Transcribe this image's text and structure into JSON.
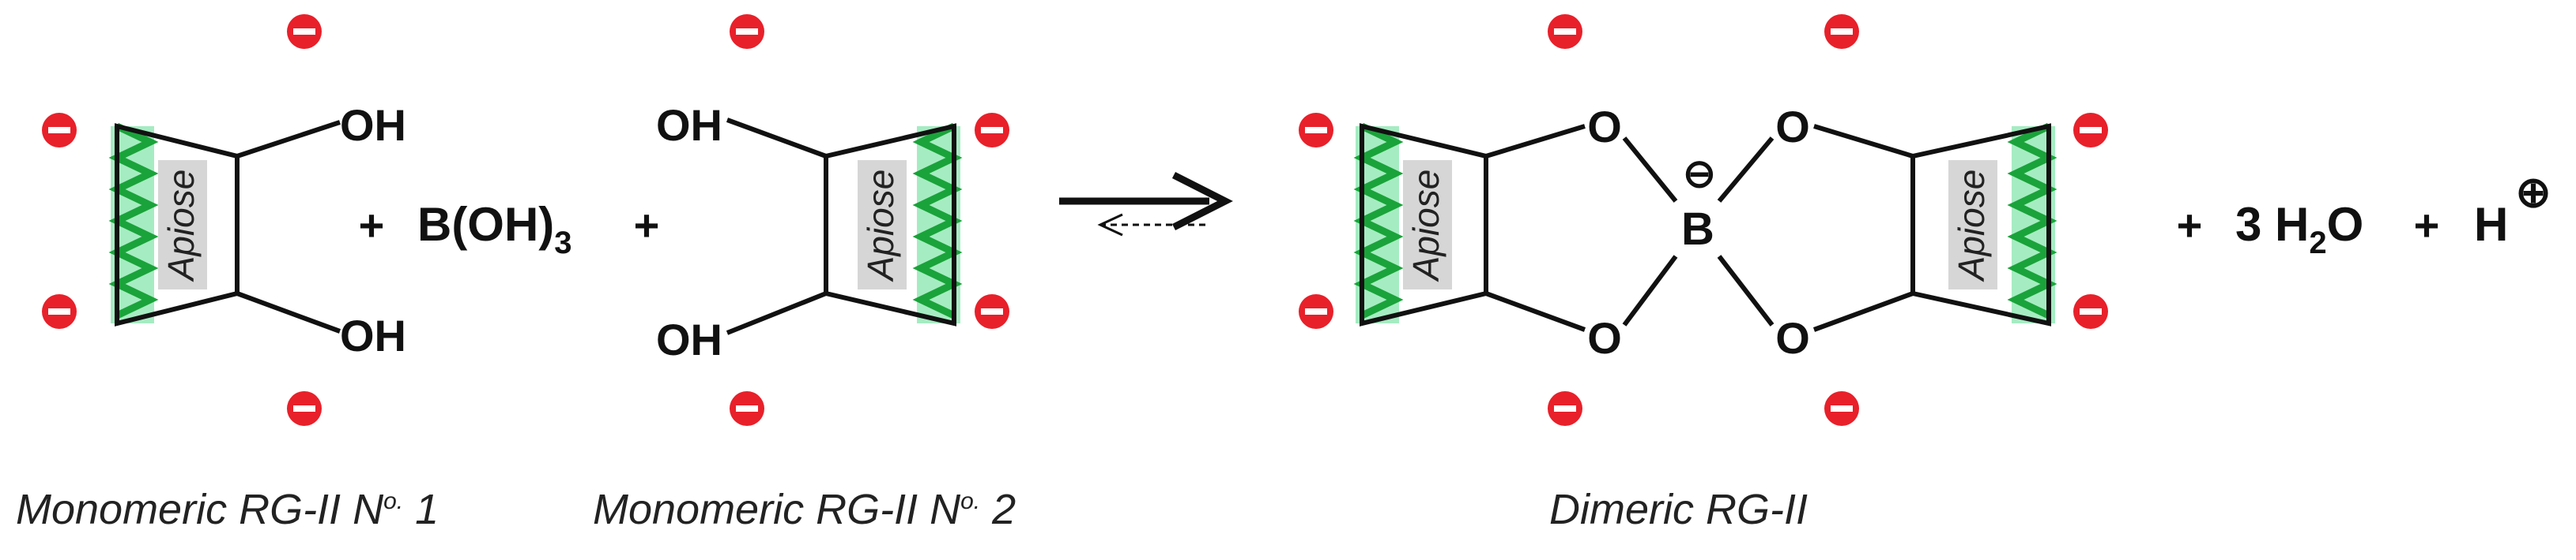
{
  "reaction": {
    "plus": "+",
    "boric_acid": {
      "main": "B(OH)",
      "sub": "3"
    },
    "water": {
      "coef": "3",
      "pre": "H",
      "sub": "2",
      "post": "O"
    },
    "proton": "H",
    "proton_charge": "⊕",
    "boron": "B",
    "boron_charge": "⊖",
    "oxygen": "O",
    "hydroxyl": "OH",
    "sugar": "Apiose"
  },
  "captions": {
    "monomer1": {
      "text": "Monomeric RG-II N",
      "sup": "o.",
      "num": " 1"
    },
    "monomer2": {
      "text": "Monomeric RG-II N",
      "sup": "o.",
      "num": " 2"
    },
    "dimer": "Dimeric RG-II"
  },
  "colors": {
    "negative_charge": "#e8202a",
    "backbone_zigzag": "#1aa33a",
    "backbone_band": "#a6ecc2",
    "apiose_box": "#d6d6d6",
    "bond": "#111111"
  }
}
